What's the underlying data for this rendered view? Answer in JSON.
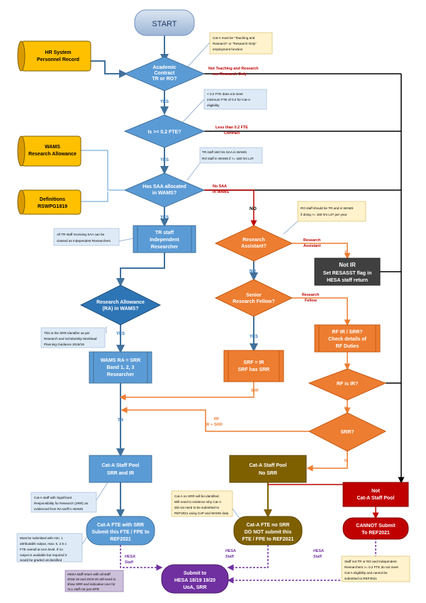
{
  "nodes": {
    "start": "START",
    "hr_system": [
      "HR System",
      "Personnel Record"
    ],
    "academic_contract": [
      "Academic",
      "Contract",
      "TR or RO?"
    ],
    "fte_check": "Is >= 0.2 FTE?",
    "wams": [
      "WAMS",
      "Research Allowance"
    ],
    "definitions": [
      "Definitions",
      "RSWPG1819"
    ],
    "has_saa": [
      "Has SAA allocated",
      "in WAMS?"
    ],
    "tr_staff": [
      "TR staff",
      "Independent",
      "Researcher"
    ],
    "research_assistant": [
      "Research",
      "Assistant?"
    ],
    "not_ir": [
      "Not IR",
      "Set RESASST flag in",
      "HESA staff return"
    ],
    "ra_in_wams": [
      "Research Allowance",
      "(RA) in WAMS?"
    ],
    "senior_rf": [
      "Senior",
      "Research Fellow?"
    ],
    "rf_ir_srr": [
      "RF IR / SRR?",
      "Check details of",
      "RF Duties"
    ],
    "wams_ra_srr": [
      "WAMS RA = SRR",
      "Band 1, 2, 3",
      "Researcher"
    ],
    "srf_ir": [
      "SRF = IR",
      "SRF has SRR"
    ],
    "rf_is_ir": "RF is IR?",
    "srr_q": "SRR?",
    "cat_a_pool_srr": [
      "Cat-A Staff Pool",
      "SRR and IR"
    ],
    "cat_a_pool_nosrr": [
      "Cat-A Staff Pool",
      "No SRR"
    ],
    "not_cat_a": [
      "Not",
      "Cat-A Staff Pool"
    ],
    "submit_fte": [
      "Cat-A FTE with SRR",
      "Submit this FTE / FPE to",
      "REF2021"
    ],
    "no_srr_submit": [
      "Cat-A FTE no SRR",
      "DO NOT submit this",
      "FTE / FPE to REF2021"
    ],
    "cannot_submit": [
      "CANNOT Submit",
      "To  REF2021"
    ],
    "hesa_submit": [
      "Submit to",
      "HESA 18/19 19/20",
      "UoA, SRR"
    ]
  },
  "notes": {
    "cat_a_type": [
      "Cat-A must be \"Teaching and",
      "Research\" or \"Research-Only\"",
      "employment function"
    ],
    "min_fte": [
      "< 0.2 FTE does not meet",
      "minimum FTE of 0.2 for Cat-A",
      "eligibility"
    ],
    "saa_hours": [
      "TR staff 180 hrs SAA in WAMS",
      "RO staff in WAMS  if >= 180 hrs L4T"
    ],
    "ro_staff": [
      "RO staff should be TR and in WAMS",
      "if doing  >= 180 hrs L4T per year"
    ],
    "all_tr": [
      "All TR staff receiving SAA can be",
      "classed as Independent Researchers"
    ],
    "srr_identifier": [
      "This is the SRR identifier as per",
      "Research and Scholarship Workload",
      "Planning Guidance 2018/19"
    ],
    "cat_a_significant": [
      "Cat-A staff with Significant",
      "Responsibility for Research (SRR) as",
      "evidenced from RA tariff in WAMS"
    ],
    "no_srr_identified": [
      "Cat-A no SRR will be identified.",
      "Will need to evidence why Cat-A",
      "did not need to be submitted to",
      "REF2021 using CoP and WAMS data"
    ],
    "min_output": [
      "Must be submitted with min. 1",
      "attributable output, max. 5, 2.5 x",
      "FTE overall at UoA level.  If no",
      "output is available but required it",
      "would be graded unclassified"
    ],
    "hesa_return": [
      "HESA staff return with all staff",
      "2018-19 and 2019-20 will need to",
      "show SRR and indicative UoA for",
      "ALL staff not just SRR"
    ],
    "not_tr_ro": [
      "Staff not TR or RO and Independent",
      "Researchers >= 0.2 FTE do not meet",
      "Cat-A eligibility and cannot be",
      "submitted to REF2021"
    ]
  },
  "edge_labels": {
    "not_teaching": [
      "Not Teaching and Research",
      "nor Research Only"
    ],
    "less_fte": [
      "Less than 0.2 FTE",
      "Contract"
    ],
    "no_saa": [
      "No SAA",
      "in WAMS"
    ],
    "research_assistant": [
      "Research",
      "Assistant"
    ],
    "research_fellow": [
      "Research",
      "Fellow"
    ],
    "rf_ir_srr": [
      "RF",
      "IR + SRR"
    ],
    "yes": "YES",
    "no": "NO",
    "y": "Y",
    "n": "N",
    "srf": "SRF",
    "tr": "TR",
    "hesa_staff": [
      "HESA",
      "Staff"
    ]
  },
  "colors": {
    "blue": "#5b9bd5",
    "blue_dark": "#2e75b6",
    "blue_deep": "#41719c",
    "orange": "#ed7d31",
    "brown": "#7f6000",
    "red": "#c00000",
    "grey_dark": "#404040",
    "purple": "#7030a0",
    "note_fill": "#fff2cc",
    "note_blue": "#deebf7",
    "gold": "#ffc000"
  }
}
